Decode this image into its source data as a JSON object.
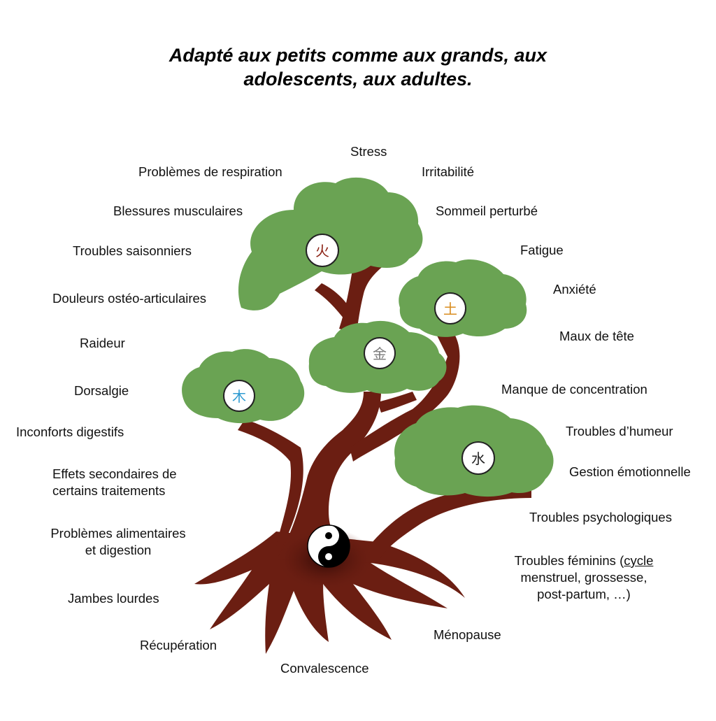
{
  "title": {
    "line1": "Adapté aux petits comme aux grands, aux",
    "line2": "adolescents, aux adultes."
  },
  "elements": {
    "fire": "火",
    "earth": "土",
    "metal": "金",
    "wood": "木",
    "water": "水"
  },
  "labels": {
    "stress": "Stress",
    "irritabilite": "Irritabilité",
    "probleme_respiration": "Problèmes de respiration",
    "sommeil_perturbe": "Sommeil perturbé",
    "blessures_musculaires": "Blessures musculaires",
    "troubles_saisonniers": "Troubles saisonniers",
    "fatigue": "Fatigue",
    "anxiete": "Anxiété",
    "douleurs_osteo": "Douleurs ostéo-articulaires",
    "maux_de_tete": "Maux de tête",
    "raideur": "Raideur",
    "manque_concentration": "Manque de concentration",
    "dorsalgie": "Dorsalgie",
    "troubles_humeur": "Troubles d’humeur",
    "inconforts_digestifs": "Inconforts digestifs",
    "gestion_emotionnelle": "Gestion émotionnelle",
    "effets_secondaires_1": "Effets secondaires de",
    "effets_secondaires_2": "certains traitements",
    "troubles_psychologiques": "Troubles psychologiques",
    "problemes_alimentaires_1": "Problèmes alimentaires",
    "problemes_alimentaires_2": "et digestion",
    "troubles_feminins_1a": "Troubles féminins (",
    "troubles_feminins_1b": "cycle",
    "troubles_feminins_2": "menstruel, grossesse,",
    "troubles_feminins_3": "post-partum, …)",
    "jambes_lourdes": "Jambes lourdes",
    "menopause": "Ménopause",
    "recuperation": "Récupération",
    "convalescence": "Convalescence"
  },
  "colors": {
    "foliage": "#6aa353",
    "foliage_dark": "#4f8a3c",
    "trunk": "#6b1e12",
    "trunk_dark": "#3b0c06",
    "fire": "#8a1f11",
    "earth": "#d98c1e",
    "metal": "#7a7a7a",
    "wood": "#2f9bd1",
    "water": "#222222"
  }
}
